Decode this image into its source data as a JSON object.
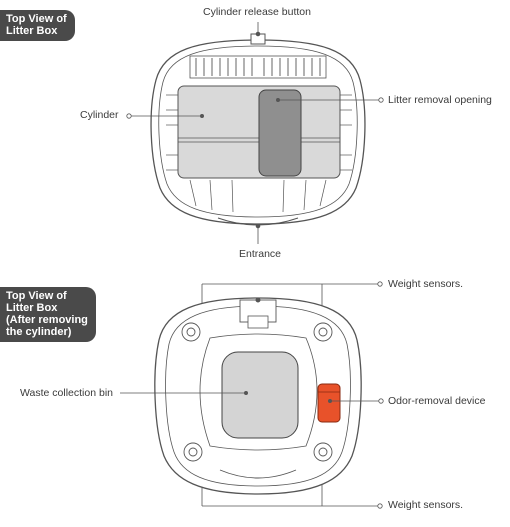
{
  "diagram1": {
    "badge_lines": [
      "Top View of",
      "Litter Box"
    ],
    "labels": {
      "release_button": "Cylinder release button",
      "cylinder": "Cylinder",
      "litter_opening": "Litter removal opening",
      "entrance": "Entrance"
    }
  },
  "diagram2": {
    "badge_lines": [
      "Top View of",
      "Litter Box",
      "(After removing",
      "the cylinder)"
    ],
    "labels": {
      "weight_top": "Weight sensors.",
      "waste_bin": "Waste collection bin",
      "odor_device": "Odor-removal device",
      "weight_bottom": "Weight sensors."
    }
  },
  "colors": {
    "badge_bg": "#4a4a4a",
    "cylinder_fill": "#d9d9d9",
    "opening_fill": "#8f8f8f",
    "bin_fill": "#d4d4d4",
    "odor_device": "#e8522a"
  }
}
